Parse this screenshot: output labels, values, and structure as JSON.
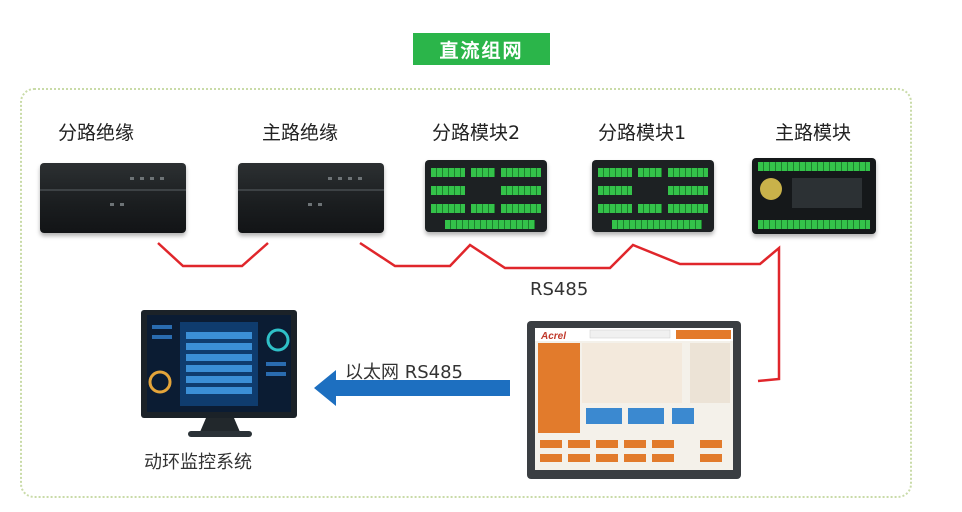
{
  "title": "直流组网",
  "devices": {
    "branch_insulation": "分路绝缘",
    "main_insulation": "主路绝缘",
    "branch_module_2": "分路模块2",
    "branch_module_1": "分路模块1",
    "main_module": "主路模块"
  },
  "bus_label": "RS485",
  "link_label": "以太网 RS485",
  "monitor_label": "动环监控系统",
  "hmi_brand": "Acrel",
  "colors": {
    "title_bg": "#2bb54a",
    "wire": "#e0262b",
    "arrow": "#1d6fc0",
    "frame": "#c9dba8"
  }
}
